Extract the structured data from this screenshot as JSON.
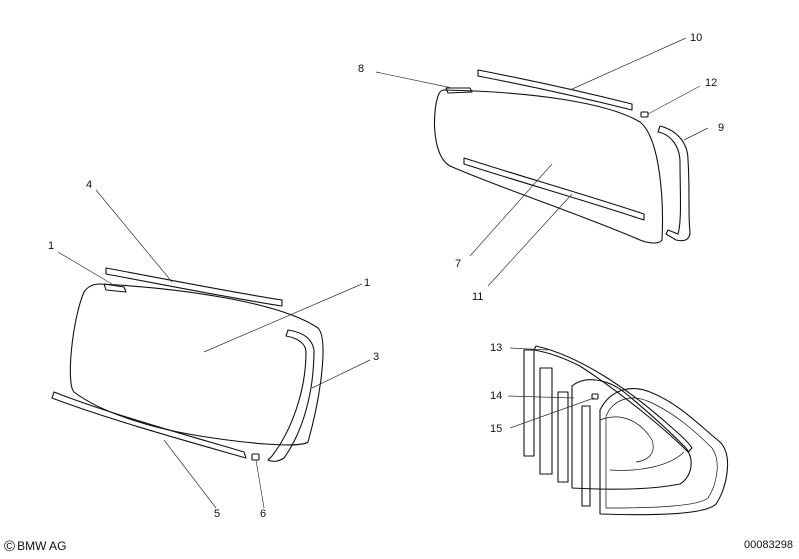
{
  "diagram": {
    "callouts": {
      "c1a": "1",
      "c1b": "1",
      "c3": "3",
      "c4": "4",
      "c5": "5",
      "c6": "6",
      "c7": "7",
      "c8": "8",
      "c9": "9",
      "c10": "10",
      "c11": "11",
      "c12": "12",
      "c13": "13",
      "c14": "14",
      "c15": "15"
    }
  },
  "footer": {
    "copyright_symbol": "©",
    "copyright_text": "BMW AG",
    "drawing_number": "00083298"
  }
}
